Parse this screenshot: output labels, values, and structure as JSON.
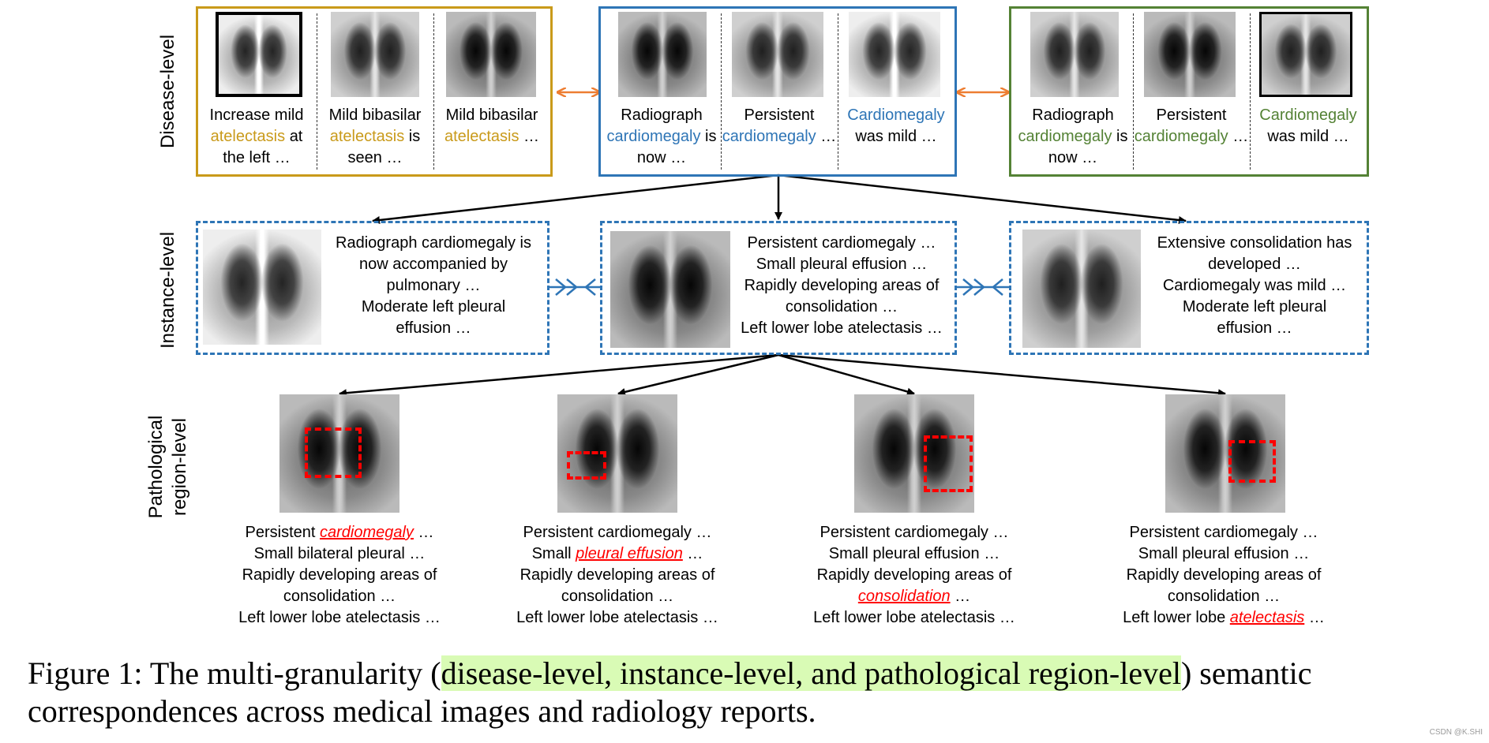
{
  "levels": {
    "disease": "Disease-level",
    "instance": "Instance-level",
    "pathological_line1": "Pathological",
    "pathological_line2": "region-level"
  },
  "disease_groups": [
    {
      "color": "#c99a1a",
      "items": [
        {
          "pre": "Increase mild",
          "key": "atelectasis",
          "post": "at the left …"
        },
        {
          "pre": "Mild bibasilar",
          "key": "atelectasis",
          "post": "is seen …"
        },
        {
          "pre": "Mild bibasilar",
          "key": "atelectasis",
          "post": "…"
        }
      ]
    },
    {
      "color": "#2e75b6",
      "items": [
        {
          "pre": "Radiograph",
          "key": "cardiomegaly",
          "post": "is now …"
        },
        {
          "pre": "Persistent",
          "key": "cardiomegaly",
          "post": "…"
        },
        {
          "pre": "",
          "key": "Cardiomegaly",
          "post": "was mild …"
        }
      ]
    },
    {
      "color": "#548235",
      "items": [
        {
          "pre": "Radiograph",
          "key": "cardiomegaly",
          "post": "is now …"
        },
        {
          "pre": "Persistent",
          "key": "cardiomegaly",
          "post": "…"
        },
        {
          "pre": "",
          "key": "Cardiomegaly",
          "post": "was mild …"
        }
      ]
    }
  ],
  "instance_boxes": [
    {
      "lines": [
        "Radiograph cardiomegaly is",
        "now accompanied by",
        "pulmonary …",
        "Moderate left pleural",
        "effusion …"
      ]
    },
    {
      "lines": [
        "Persistent cardiomegaly  …",
        "Small pleural effusion …",
        "Rapidly developing areas of",
        "consolidation …",
        "Left lower lobe atelectasis …"
      ]
    },
    {
      "lines": [
        "Extensive consolidation has",
        "developed …",
        "Cardiomegaly was mild …",
        "Moderate left pleural",
        "effusion …"
      ]
    }
  ],
  "region_panels": [
    {
      "l1_pre": "Persistent ",
      "l1_key": "cardiomegaly",
      "l1_post": " …",
      "l2_pre": "Small bilateral pleural …",
      "l2_key": "",
      "l2_post": "",
      "l3": "Rapidly developing areas of",
      "l4_pre": "consolidation …",
      "l4_key": "",
      "l4_post": "",
      "l5_pre": "Left lower lobe atelectasis …",
      "l5_key": "",
      "l5_post": ""
    },
    {
      "l1_pre": "Persistent cardiomegaly …",
      "l1_key": "",
      "l1_post": "",
      "l2_pre": "Small ",
      "l2_key": "pleural effusion",
      "l2_post": " …",
      "l3": "Rapidly developing areas of",
      "l4_pre": "consolidation …",
      "l4_key": "",
      "l4_post": "",
      "l5_pre": "Left lower lobe atelectasis …",
      "l5_key": "",
      "l5_post": ""
    },
    {
      "l1_pre": "Persistent cardiomegaly …",
      "l1_key": "",
      "l1_post": "",
      "l2_pre": "Small pleural effusion …",
      "l2_key": "",
      "l2_post": "",
      "l3": "Rapidly developing areas of",
      "l4_pre": "",
      "l4_key": "consolidation",
      "l4_post": " …",
      "l5_pre": "Left lower lobe atelectasis …",
      "l5_key": "",
      "l5_post": ""
    },
    {
      "l1_pre": "Persistent cardiomegaly …",
      "l1_key": "",
      "l1_post": "",
      "l2_pre": "Small pleural effusion …",
      "l2_key": "",
      "l2_post": "",
      "l3": "Rapidly developing areas of",
      "l4_pre": "consolidation …",
      "l4_key": "",
      "l4_post": "",
      "l5_pre": "Left lower lobe ",
      "l5_key": "atelectasis",
      "l5_post": " …"
    }
  ],
  "figure_caption": {
    "prefix": "Figure 1: The multi-granularity (",
    "highlight": "disease-level, instance-level, and pathological region-level",
    "suffix": ") semantic correspondences across medical images and radiology reports."
  },
  "watermark": "CSDN @K.SHI",
  "colors": {
    "gold": "#c99a1a",
    "blue": "#2e75b6",
    "green": "#548235",
    "orange_arrow": "#ed7d31",
    "red_highlight": "#ff0000",
    "caption_highlight": "#d9fbb5"
  }
}
